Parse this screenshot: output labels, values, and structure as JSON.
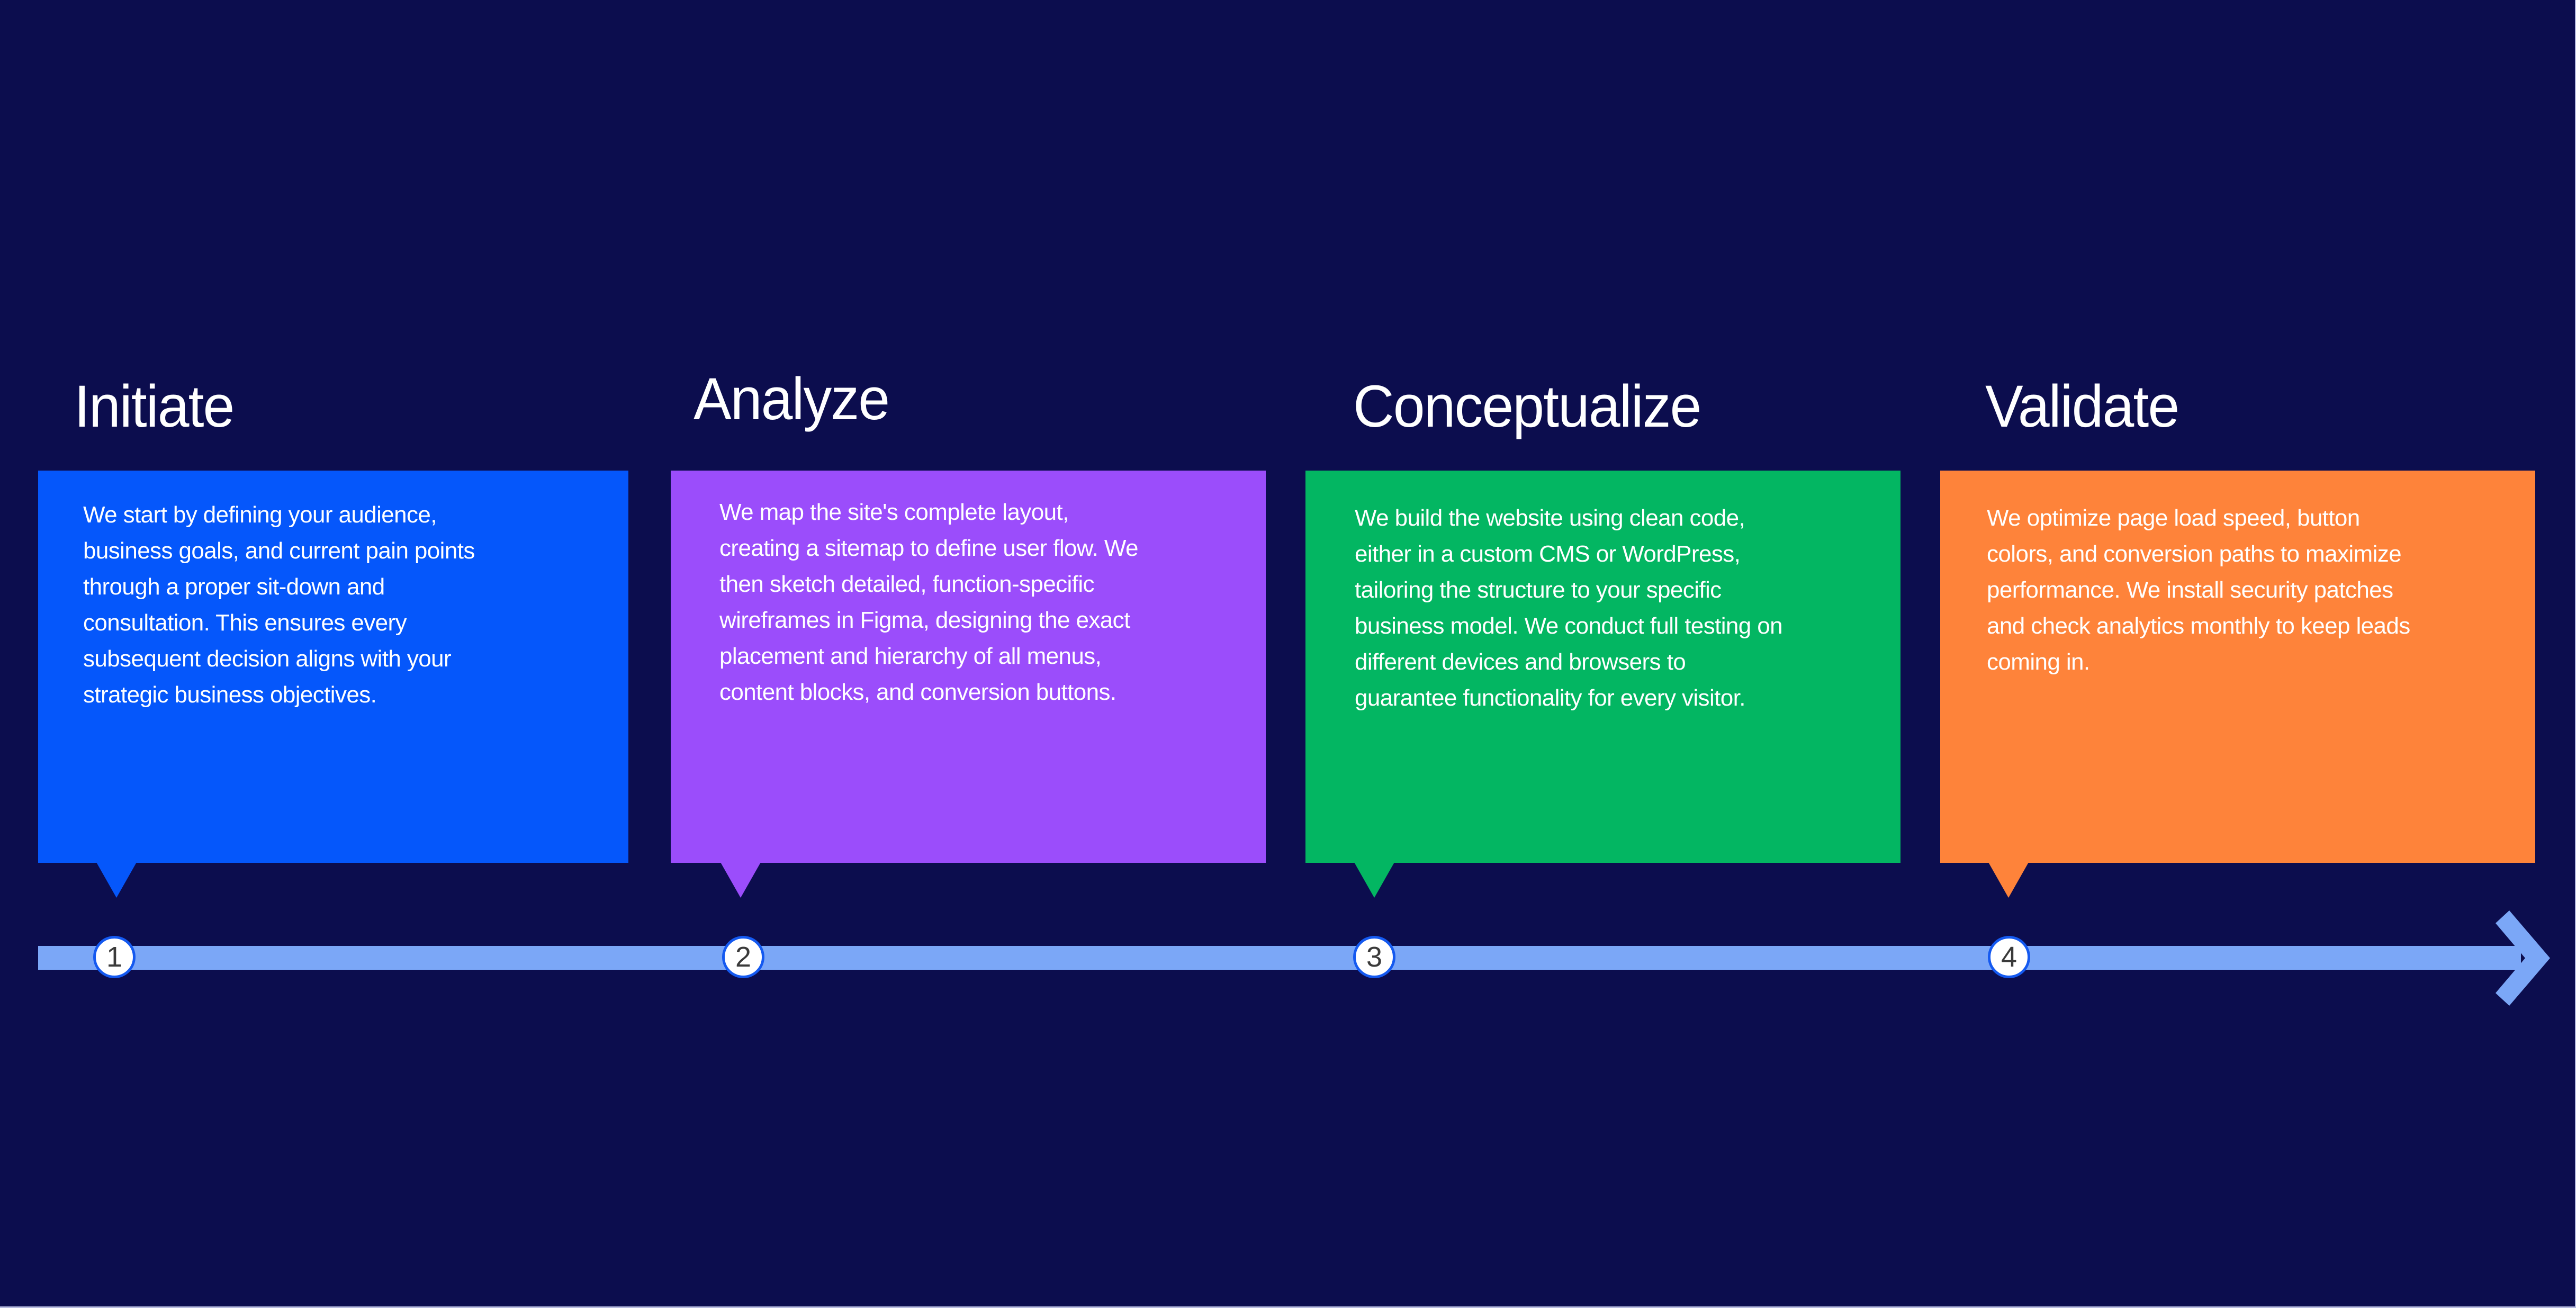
{
  "colors": {
    "background": "#0C0D4E",
    "timeline": "#7BA7F7",
    "marker_border": "#1459F0",
    "marker_fill": "#FFFFFF",
    "marker_text": "#3A3A3A",
    "text": "#FFFFFF"
  },
  "timeline": {
    "direction_icon": "arrow-right-icon",
    "stages": [
      {
        "step": "1",
        "title": "Initiate",
        "color": "#0557FB",
        "lines": [
          "We start by defining your audience,",
          "business goals, and current pain points",
          "through a proper sit-down and",
          "consultation. This ensures every",
          "subsequent decision aligns with your",
          "strategic business objectives."
        ]
      },
      {
        "step": "2",
        "title": "Analyze",
        "color": "#9B4DFB",
        "lines": [
          "We map the site's complete layout,",
          "creating a sitemap to define user flow. We",
          "then sketch detailed, function-specific",
          "wireframes in Figma, designing the exact",
          "placement and hierarchy of all menus,",
          "content blocks, and conversion buttons."
        ]
      },
      {
        "step": "3",
        "title": "Conceptualize",
        "color": "#03B662",
        "lines": [
          "We build the website using clean code,",
          "either in a custom CMS or WordPress,",
          "tailoring the structure to your specific",
          "business model. We conduct full testing on",
          "different devices and browsers to",
          "guarantee functionality for every visitor."
        ]
      },
      {
        "step": "4",
        "title": "Validate",
        "color": "#FE833A",
        "lines": [
          "We optimize page load speed, button",
          "colors, and conversion paths to maximize",
          "performance. We install security patches",
          "and check analytics monthly to keep leads",
          "coming in."
        ]
      }
    ]
  }
}
